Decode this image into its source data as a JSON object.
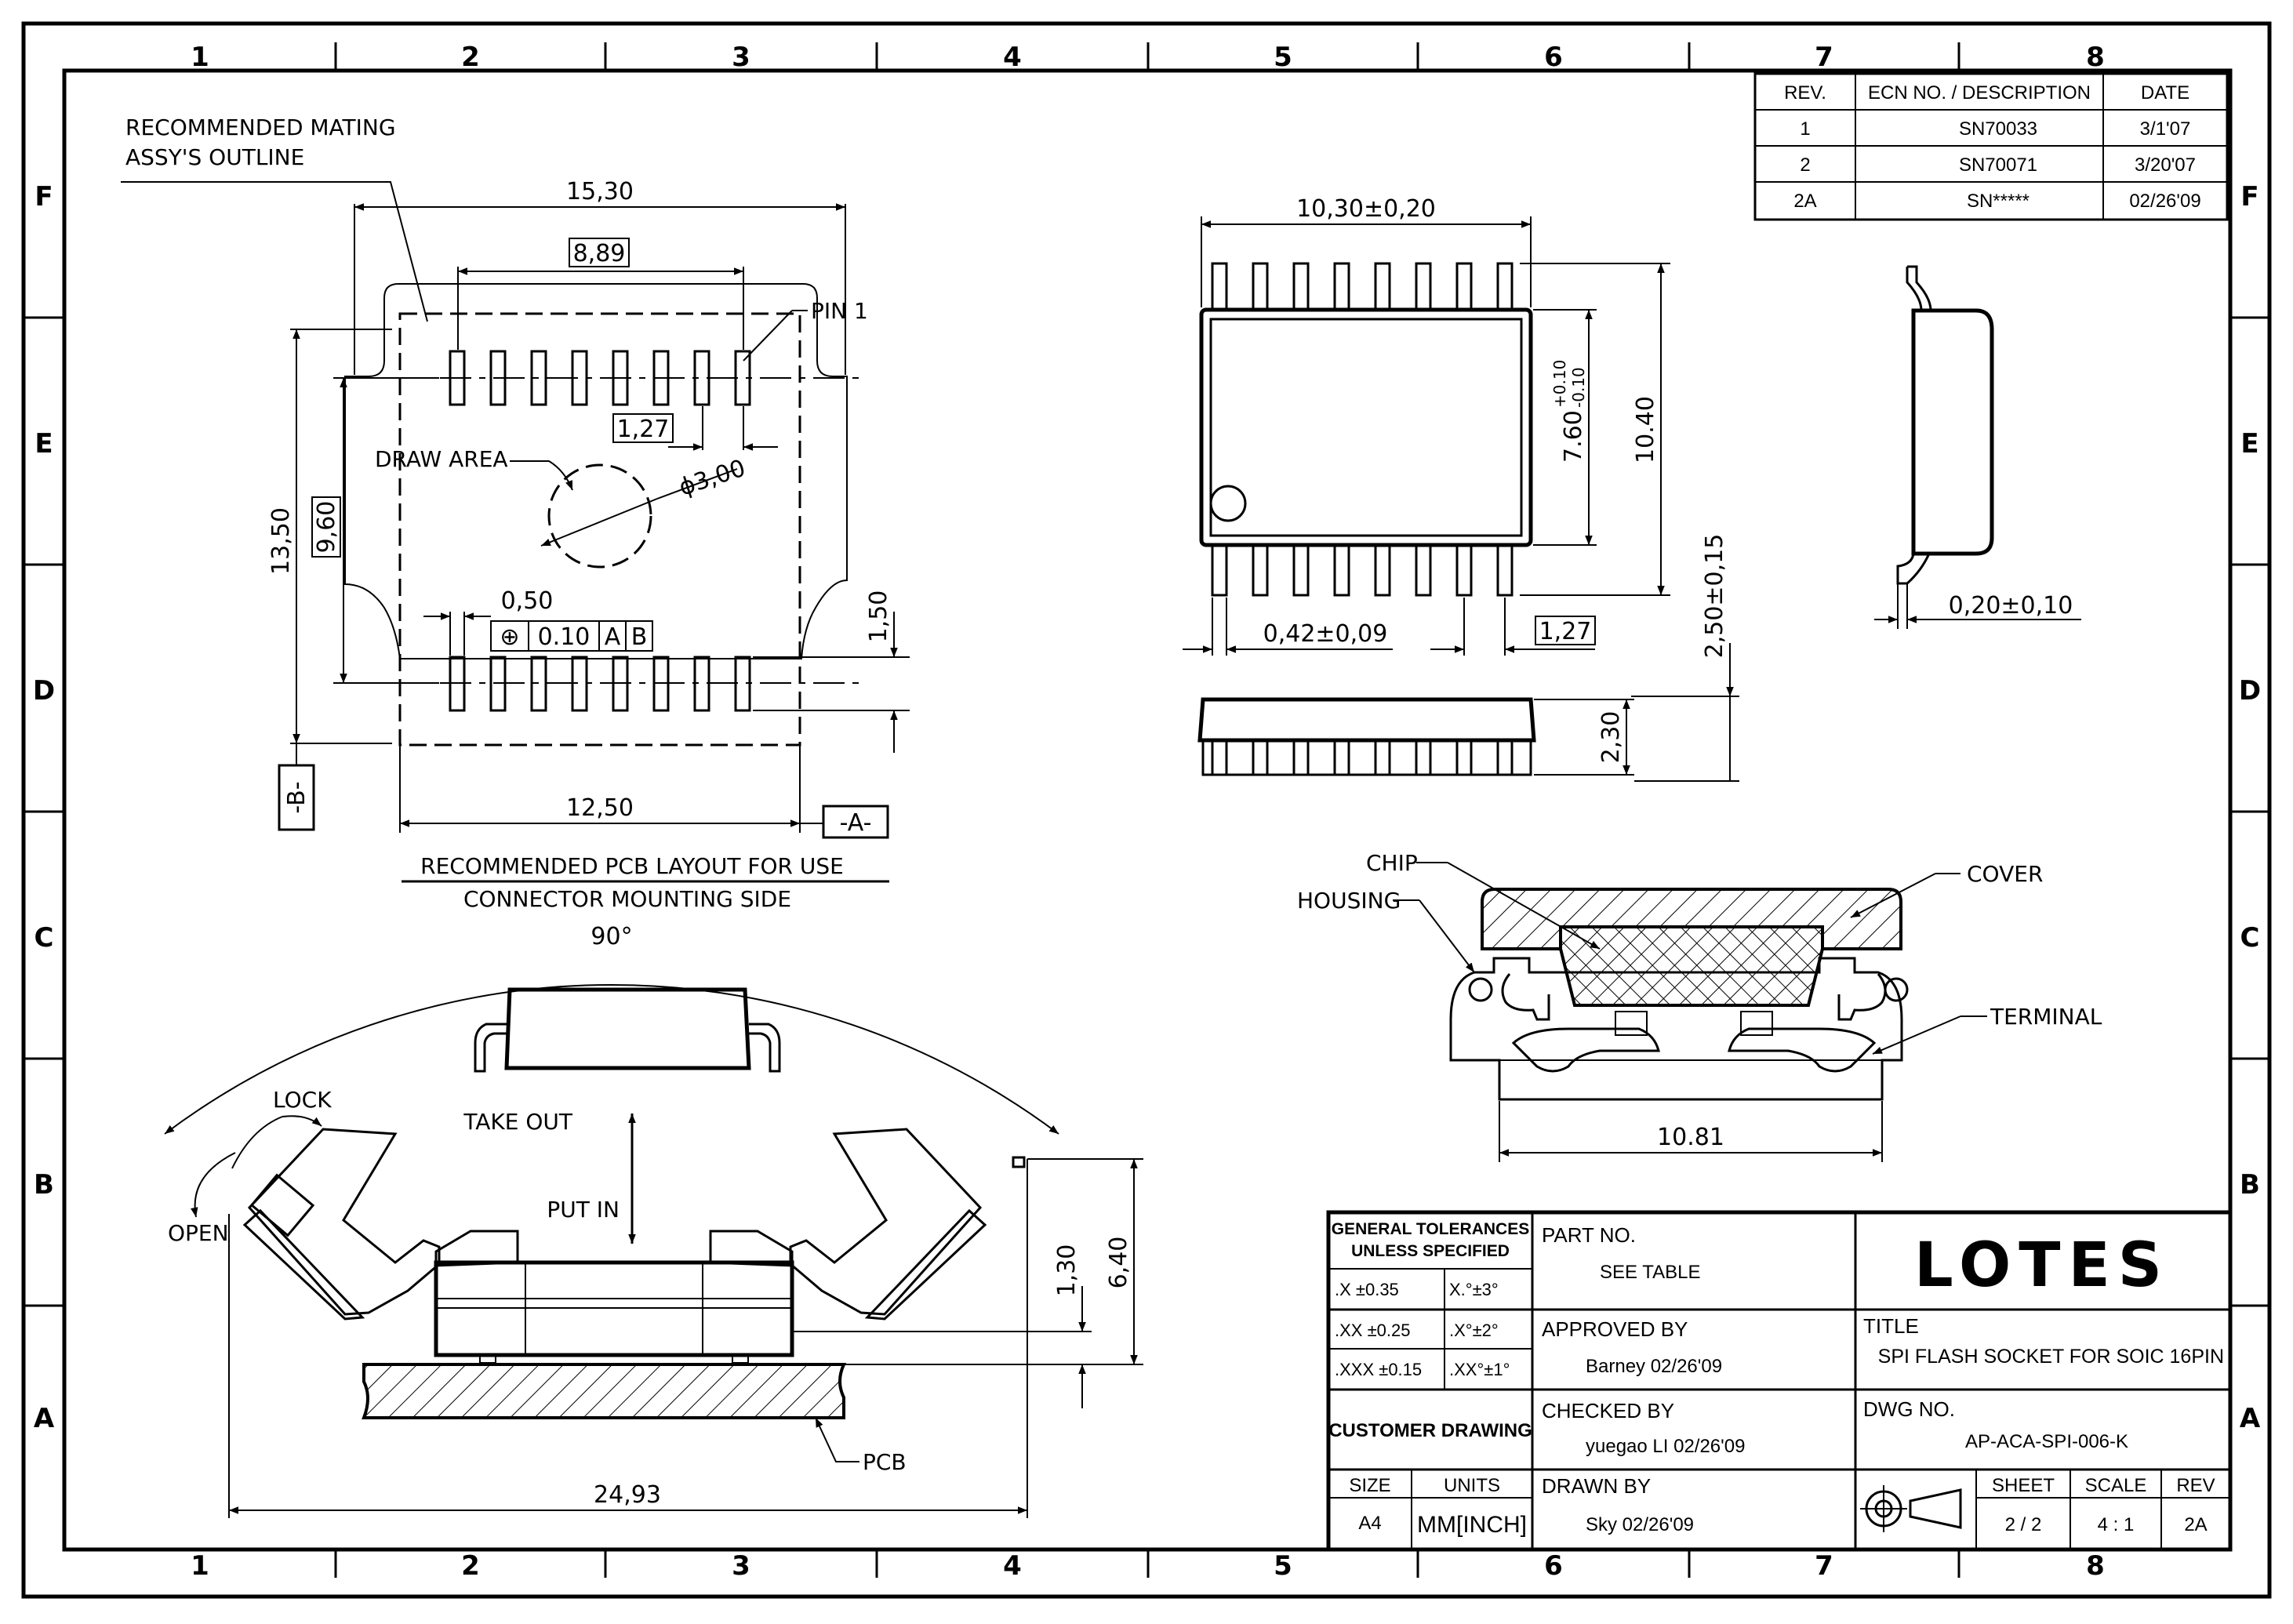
{
  "grid": {
    "columns": [
      "1",
      "2",
      "3",
      "4",
      "5",
      "6",
      "7",
      "8"
    ],
    "rows": [
      "F",
      "E",
      "D",
      "C",
      "B",
      "A"
    ]
  },
  "revisions": {
    "headers": [
      "REV.",
      "ECN NO. / DESCRIPTION",
      "DATE"
    ],
    "rows": [
      [
        "1",
        "SN70033",
        "3/1'07"
      ],
      [
        "2",
        "SN70071",
        "3/20'07"
      ],
      [
        "2A",
        "SN*****",
        "02/26'09"
      ]
    ]
  },
  "pcb_layout": {
    "mating_label_line1": "RECOMMENDED  MATING",
    "mating_label_line2": "ASSY'S  OUTLINE",
    "dim_overall_width": "15,30",
    "dim_pitch_span": "8,89",
    "pin1_label": "PIN  1",
    "dim_pitch": "1,27",
    "draw_area_label": "DRAW  AREA",
    "dim_draw_dia": "ϕ3,00",
    "dim_height": "13,50",
    "dim_inner_height": "9,60",
    "dim_pad_width": "0,50",
    "fcf_symbol": "⊕",
    "fcf_tolerance": "0.10",
    "fcf_datum_a": "A",
    "fcf_datum_b": "B",
    "dim_pad_length": "1,50",
    "datum_b": "-B-",
    "datum_a": "-A-",
    "dim_bottom_width": "12,50",
    "caption_line1": "RECOMMENDED  PCB  LAYOUT  FOR  USE",
    "caption_line2": "CONNECTOR  MOUNTING  SIDE"
  },
  "ic_views": {
    "dim_body_width": "10,30±0,20",
    "dim_body_height_base": "7.60",
    "dim_body_height_plus": "+0.10",
    "dim_body_height_minus": "-0.10",
    "dim_overall_height": "10.40",
    "dim_lead_width": "0,42±0,09",
    "dim_lead_pitch": "1,27",
    "dim_total_thickness": "2,50±0,15",
    "dim_body_thickness": "2,30",
    "dim_lead_thickness": "0,20±0,10"
  },
  "section_view": {
    "chip_label": "CHIP",
    "housing_label": "HOUSING",
    "cover_label": "COVER",
    "terminal_label": "TERMINAL",
    "dim_width": "10.81"
  },
  "open_view": {
    "angle": "90°",
    "lock_label": "LOCK",
    "open_label": "OPEN",
    "take_out_label": "TAKE  OUT",
    "put_in_label": "PUT  IN",
    "dim_seat": "1,30",
    "dim_height": "6,40",
    "pcb_label": "PCB",
    "dim_width": "24,93"
  },
  "title_block": {
    "tolerances_title_1": "GENERAL TOLERANCES",
    "tolerances_title_2": "UNLESS  SPECIFIED",
    "tolerances": [
      [
        ".X ±0.35",
        "X.°±3°"
      ],
      [
        ".XX ±0.25",
        ".X°±2°"
      ],
      [
        ".XXX ±0.15",
        ".XX°±1°"
      ]
    ],
    "customer_drawing": "CUSTOMER DRAWING",
    "size_label": "SIZE",
    "size_value": "A4",
    "units_label": "UNITS",
    "units_value": "MM[INCH]",
    "part_no_label": "PART NO.",
    "part_no_value": "SEE TABLE",
    "approved_label": "APPROVED BY",
    "approved_value": "Barney   02/26'09",
    "checked_label": "CHECKED BY",
    "checked_value": "yuegao LI     02/26'09",
    "drawn_label": "DRAWN BY",
    "drawn_value": "Sky    02/26'09",
    "company_logo": "LOTES",
    "title_label": "TITLE",
    "title_value": "SPI FLASH SOCKET FOR SOIC 16PIN",
    "dwg_no_label": "DWG NO.",
    "dwg_no_value": "AP-ACA-SPI-006-K",
    "sheet_label": "SHEET",
    "sheet_value": "2  /  2",
    "scale_label": "SCALE",
    "scale_value": "4  :  1",
    "rev_label": "REV",
    "rev_value": "2A"
  }
}
